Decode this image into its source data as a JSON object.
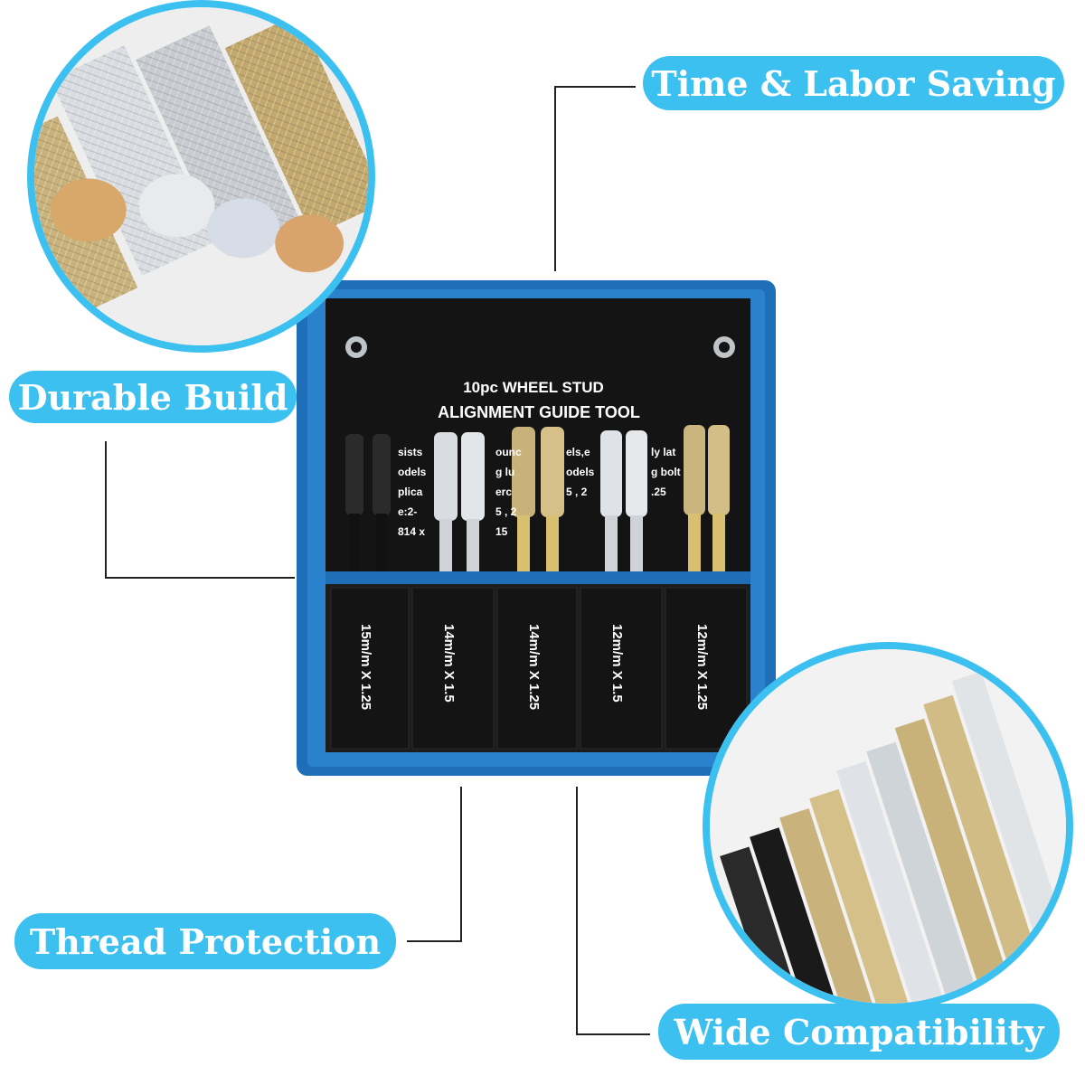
{
  "callouts": {
    "top_right": "Time & Labor Saving",
    "left_upper": "Durable Build",
    "left_lower": "Thread Protection",
    "bottom_right": "Wide Compatibility"
  },
  "product": {
    "title_line1": "10pc WHEEL STUD",
    "title_line2": "ALIGNMENT GUIDE TOOL",
    "partial_text_lines": [
      "sists",
      "ounc",
      "els,e",
      "ly lat",
      "odels",
      "g lu",
      "plica",
      "erc",
      "odels",
      "g bolt",
      "e:2-",
      "5 , 2",
      "5 , 2",
      ".25",
      "814 x",
      "15"
    ],
    "pockets": [
      "15m/m X 1.25",
      "14m/m X 1.5",
      "14m/m X 1.25",
      "12m/m X 1.5",
      "12m/m X 1.25"
    ]
  },
  "colors": {
    "accent": "#3cc0f0",
    "pouch_blue": "#1f6fb8",
    "pouch_black": "#141414"
  }
}
